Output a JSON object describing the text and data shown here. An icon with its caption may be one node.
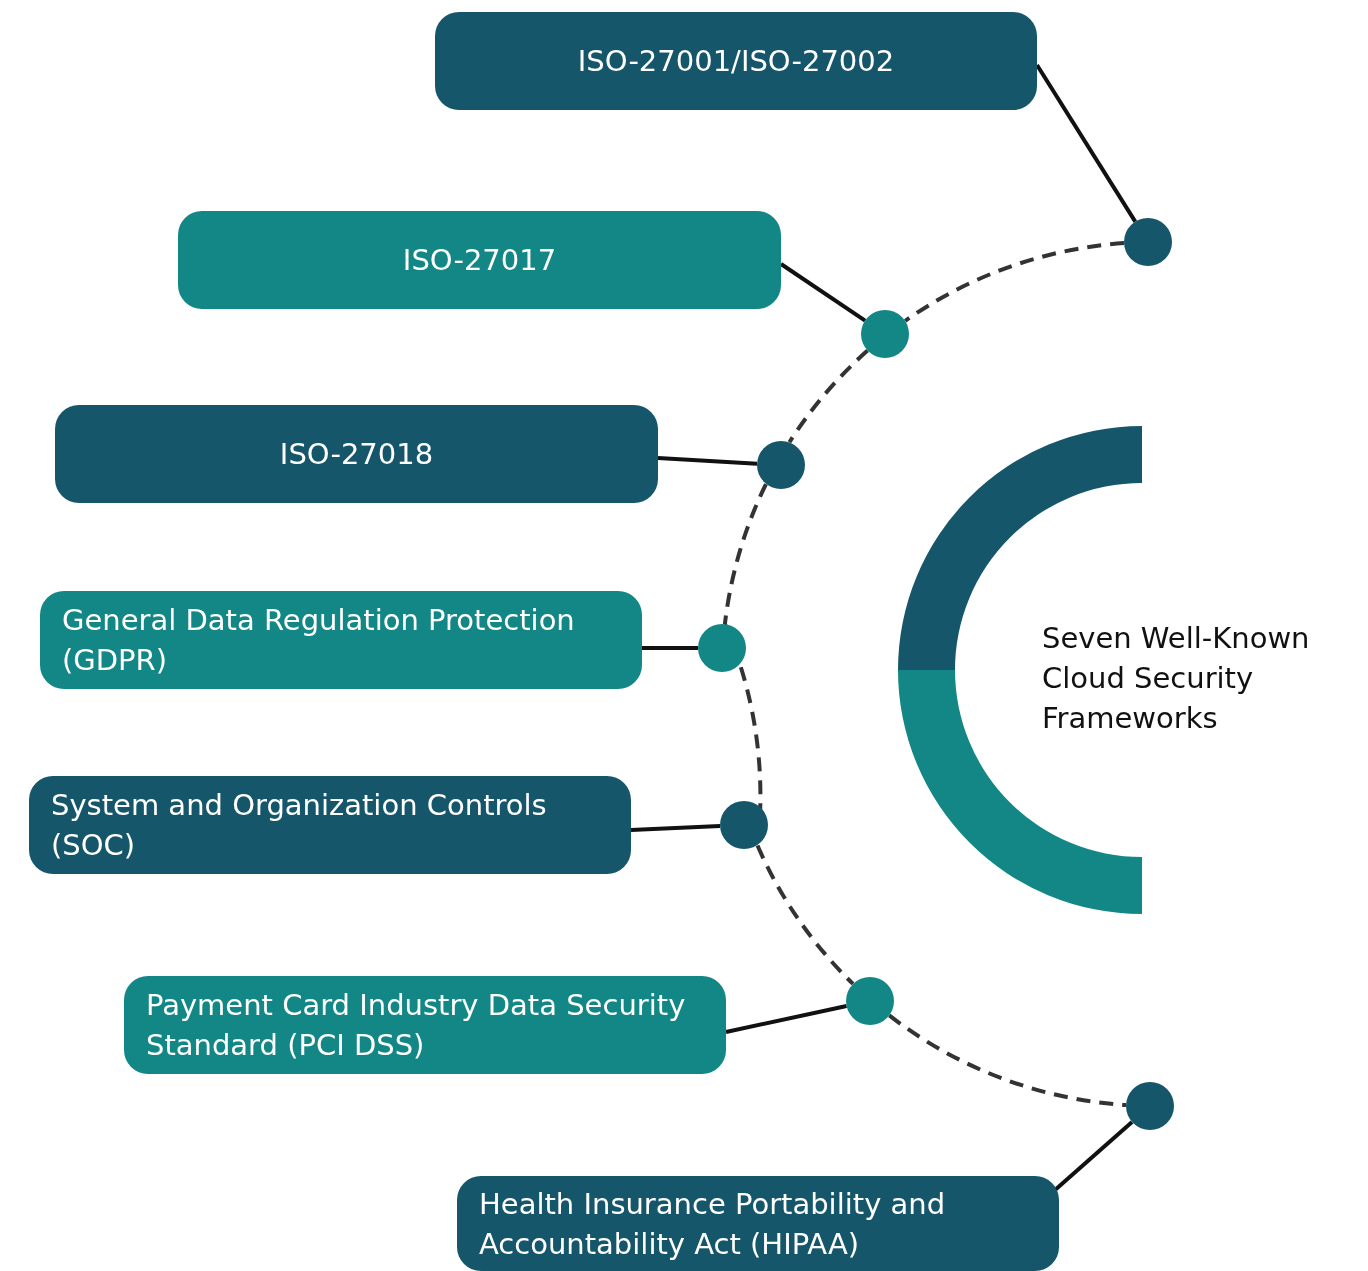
{
  "diagram": {
    "nodes": [
      {
        "text": [
          "ISO-27001/ISO-27002"
        ]
      },
      {
        "text": [
          "ISO-27017"
        ]
      },
      {
        "text": [
          "ISO-27018"
        ]
      },
      {
        "text": [
          "General Data Regulation Protection (GDPR)"
        ]
      },
      {
        "text": [
          "System and Organization Controls (SOC)"
        ]
      },
      {
        "text": [
          "Payment Card Industry Data Security Standard (PCI DSS)"
        ]
      },
      {
        "text": [
          "Health Insurance Portability and Accountability Act (HIPAA)"
        ]
      },
      {
        "text": [],
        "shape": "circle"
      },
      {
        "text": [],
        "shape": "circle"
      },
      {
        "text": [],
        "shape": "circle"
      },
      {
        "text": [],
        "shape": "circle"
      },
      {
        "text": [],
        "shape": "circle"
      },
      {
        "text": [],
        "shape": "circle"
      },
      {
        "text": [],
        "shape": "circle"
      }
    ],
    "edges": [
      {
        "from": 0,
        "to": 7,
        "arrow": "none"
      },
      {
        "from": 1,
        "to": 8,
        "arrow": "none"
      },
      {
        "from": 2,
        "to": 9,
        "arrow": "none"
      },
      {
        "from": 3,
        "to": 10,
        "arrow": "none"
      },
      {
        "from": 4,
        "to": 11,
        "arrow": "none"
      },
      {
        "from": 5,
        "to": 12,
        "arrow": "none"
      },
      {
        "from": 6,
        "to": 13,
        "arrow": "none"
      },
      {
        "from": 7,
        "to": 8,
        "arrow": "none",
        "style": "dashed"
      },
      {
        "from": 8,
        "to": 9,
        "arrow": "none",
        "style": "dashed"
      },
      {
        "from": 9,
        "to": 10,
        "arrow": "none",
        "style": "dashed"
      },
      {
        "from": 10,
        "to": 11,
        "arrow": "none",
        "style": "dashed"
      },
      {
        "from": 11,
        "to": 12,
        "arrow": "none",
        "style": "dashed"
      },
      {
        "from": 12,
        "to": 13,
        "arrow": "none",
        "style": "dashed"
      }
    ],
    "labels": [
      "Seven Well-Known Cloud Security Frameworks"
    ]
  }
}
